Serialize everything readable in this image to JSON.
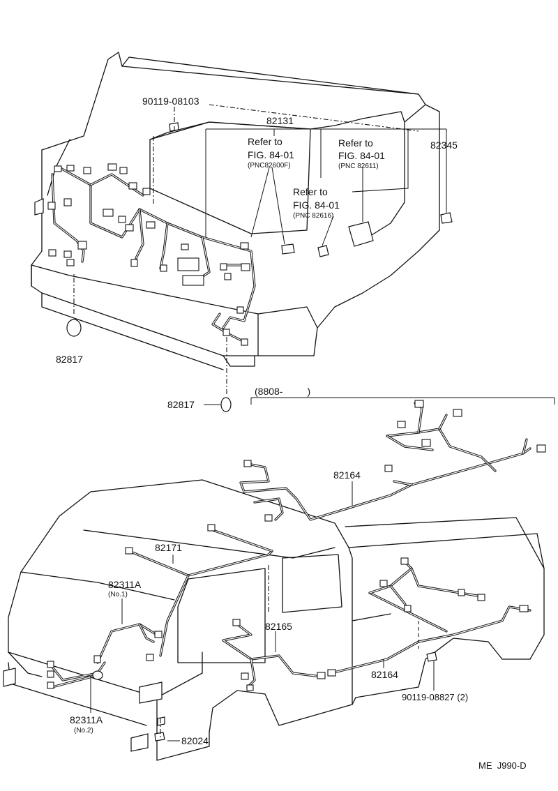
{
  "labels": {
    "p90119_08103": "90119-08103",
    "p82131": "82131",
    "p82345": "82345",
    "ref1_line1": "Refer to",
    "ref1_line2": "FIG. 84-01",
    "ref1_line3": "(PNC82600F)",
    "ref2_line1": "Refer to",
    "ref2_line2": "FIG. 84-01",
    "ref2_line3": "(PNC 82611)",
    "ref3_line1": "Refer to",
    "ref3_line2": "FIG. 84-01",
    "ref3_line3": "(PNC 82616)",
    "p82817_a": "82817",
    "p82817_b": "82817",
    "date_range": "(8808-         )",
    "p82164_a": "82164",
    "p82171": "82171",
    "p82311A_1": "82311A",
    "p82311A_1_sub": "(No.1)",
    "p82165": "82165",
    "p82164_b": "82164",
    "p90119_08827": "90119-08827 (2)",
    "p82311A_2": "82311A",
    "p82311A_2_sub": "(No.2)",
    "p82024": "82024",
    "footer_code": "ME  J990-D"
  },
  "colors": {
    "ink": "#111111",
    "paper": "#ffffff"
  }
}
